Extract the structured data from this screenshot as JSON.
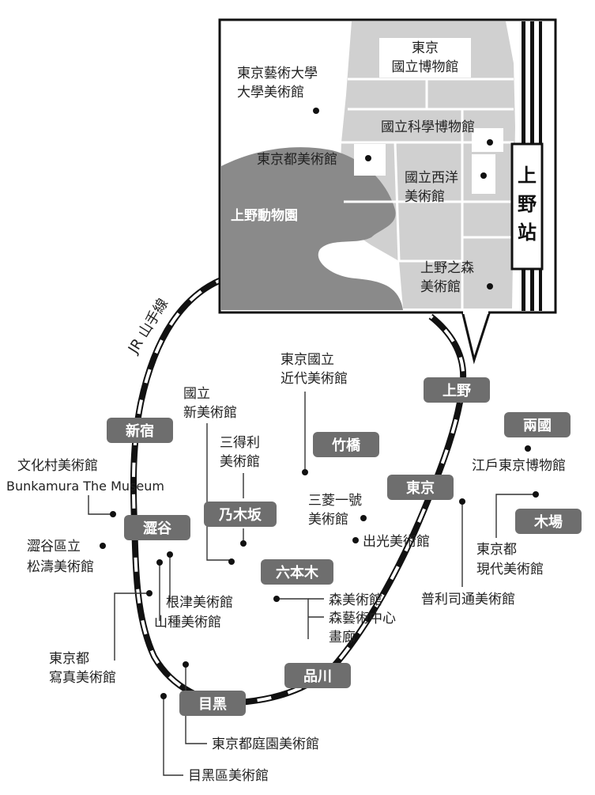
{
  "line_name": "JR 山手線",
  "colors": {
    "station_badge": "#6e6e6e",
    "inset_park": "#d0d0d0",
    "inset_zoo": "#8a8a8a",
    "rail": "#111111"
  },
  "inset": {
    "station_label": "上野站",
    "zoo_label": "上野動物園",
    "places": {
      "tnm_line1": "東京",
      "tnm_line2": "國立博物館",
      "geidai_line1": "東京藝術大學",
      "geidai_line2": "大學美術館",
      "science": "國立科學博物館",
      "metro_art": "東京都美術館",
      "western_line1": "國立西洋",
      "western_line2": "美術館",
      "ueno_mori_line1": "上野之森",
      "ueno_mori_line2": "美術館"
    }
  },
  "stations": {
    "ueno": "上野",
    "shinjuku": "新宿",
    "shibuya": "澀谷",
    "tokyo": "東京",
    "shinagawa": "品川",
    "meguro": "目黑",
    "takebashi": "竹橋",
    "nogizaka": "乃木坂",
    "roppongi": "六本木",
    "ryogoku": "兩國",
    "kiba": "木場"
  },
  "museums": {
    "momat_line1": "東京國立",
    "momat_line2": "近代美術館",
    "nact_line1": "國立",
    "nact_line2": "新美術館",
    "suntory_line1": "三得利",
    "suntory_line2": "美術館",
    "bunkamura_line1": "文化村美術館",
    "bunkamura_line2": "Bunkamura The Museum",
    "shoto_line1": "澀谷區立",
    "shoto_line2": "松濤美術館",
    "mitsubishi_line1": "三菱一號",
    "mitsubishi_line2": "美術館",
    "idemitsu": "出光美術館",
    "mori_art": "森美術館",
    "mori_arts_center_line1": "森藝術中心",
    "mori_arts_center_line2": "畫廊",
    "nezu": "根津美術館",
    "yamatane": "山種美術館",
    "photo_line1": "東京都",
    "photo_line2": "寫真美術館",
    "edo_tokyo": "江戶東京博物館",
    "mot_line1": "東京都",
    "mot_line2": "現代美術館",
    "printing": "普利司通美術館",
    "teien": "東京都庭園美術館",
    "meguro_museum": "目黑區美術館"
  }
}
